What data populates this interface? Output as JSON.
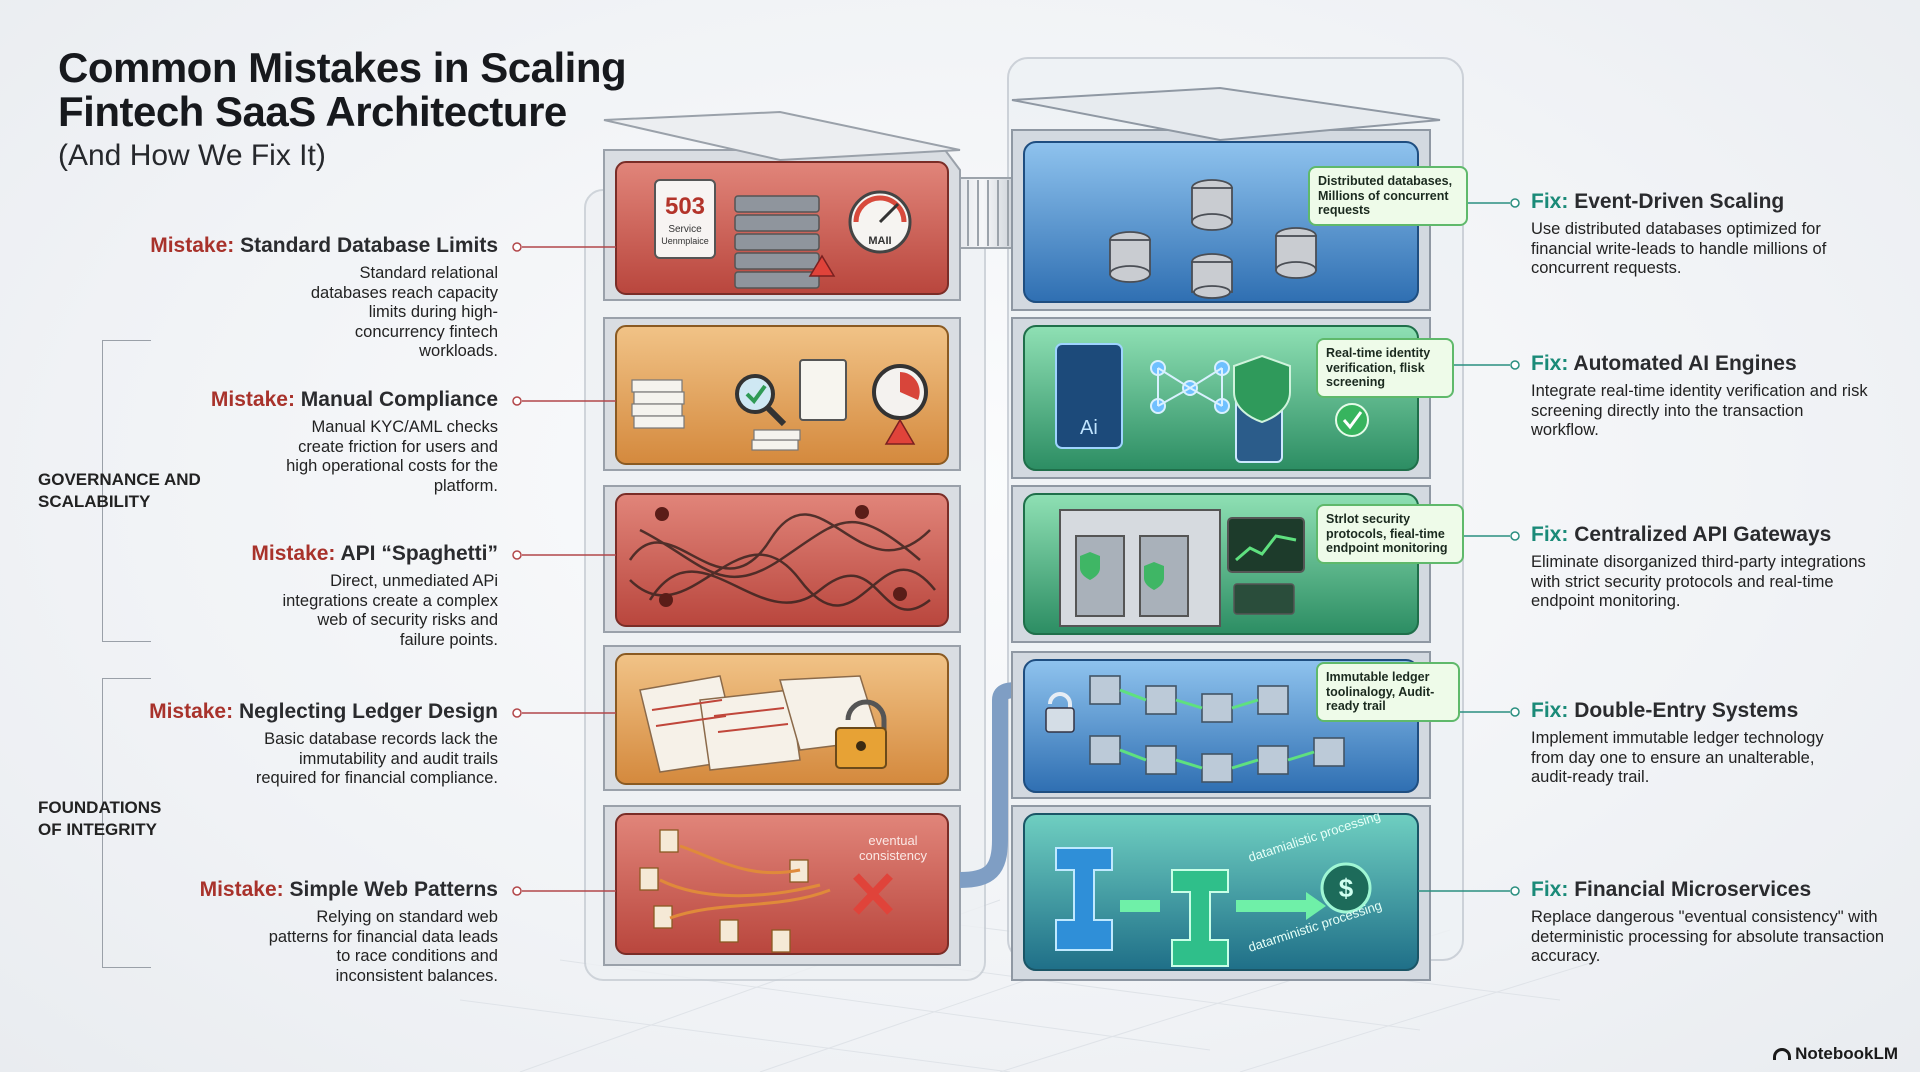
{
  "title": {
    "line1": "Common Mistakes in Scaling",
    "line2": "Fintech SaaS Architecture",
    "subtitle": "(And How We Fix It)"
  },
  "groups": {
    "governance": "GOVERNANCE AND SCALABILITY",
    "foundations": "FOUNDATIONS OF INTEGRITY"
  },
  "mistakes": [
    {
      "kw": "Mistake:",
      "title": "Standard Database Limits",
      "desc": "Standard relational databases reach capacity limits during high-concurrency fintech workloads."
    },
    {
      "kw": "Mistake:",
      "title": "Manual Compliance",
      "desc": "Manual KYC/AML checks create friction for users and high operational costs for the platform."
    },
    {
      "kw": "Mistake:",
      "title": "API “Spaghetti”",
      "desc": "Direct, unmediated APi integrations create a complex web of security risks and failure points."
    },
    {
      "kw": "Mistake:",
      "title": "Neglecting Ledger Design",
      "desc": "Basic database records lack the immutability and audit trails required for financial compliance."
    },
    {
      "kw": "Mistake:",
      "title": "Simple Web Patterns",
      "desc": "Relying on standard web patterns for financial data leads to race conditions and inconsistent balances."
    }
  ],
  "fixes": [
    {
      "kw": "Fix:",
      "title": "Event-Driven Scaling",
      "desc": "Use distributed databases optimized for financial write-leads to handle millions of concurrent requests."
    },
    {
      "kw": "Fix:",
      "title": "Automated AI Engines",
      "desc": "Integrate real-time identity verification and risk screening directly into the transaction workflow."
    },
    {
      "kw": "Fix:",
      "title": "Centralized API Gateways",
      "desc": "Eliminate disorganized third-party integrations with strict security protocols and real-time endpoint monitoring."
    },
    {
      "kw": "Fix:",
      "title": "Double-Entry Systems",
      "desc": "Implement immutable ledger technology from day one to ensure an unalterable, audit-ready trail."
    },
    {
      "kw": "Fix:",
      "title": "Financial Microservices",
      "desc": "Replace dangerous \"eventual consistency\" with deterministic processing for absolute transaction accuracy."
    }
  ],
  "callouts": [
    "Distributed databases, Millions of concurrent requests",
    "Real-time identity verification, flisk screening",
    "Strlot security protocols, fieal-time endpoint monitoring",
    "Immutable ledger toolinalogy, Audit-ready trail"
  ],
  "illustration_text": {
    "error_code": "503",
    "error_line1": "Service",
    "error_line2": "Uenmplaice",
    "gauge_label": "MAII",
    "eventual": "eventual",
    "consistency": "consistency",
    "ai_label": "Ai",
    "det1": "datamialistic processing",
    "det2": "datarministic processing"
  },
  "colors": {
    "mistake_keyword": "#a8322b",
    "fix_keyword": "#1a8a78",
    "red_tier": "#c4544a",
    "orange_tier": "#d08a3e",
    "blue_tier": "#3f7fbf",
    "green_tier": "#3f9f6f"
  },
  "footer": "NotebookLM"
}
